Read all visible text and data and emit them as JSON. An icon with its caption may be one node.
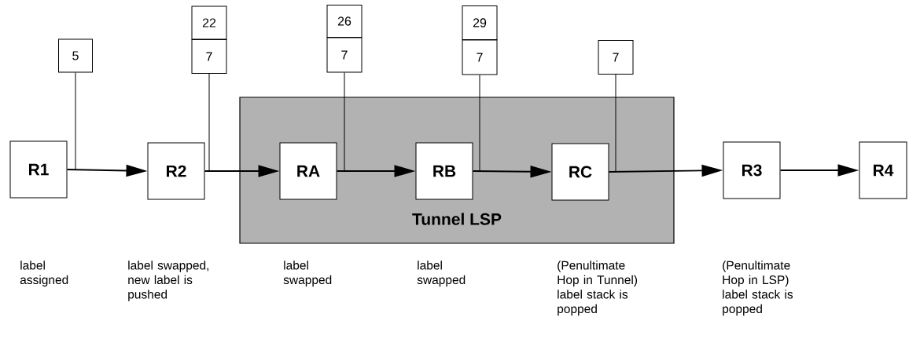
{
  "diagram": {
    "nodes": [
      {
        "text": [
          "Tunnel LSP"
        ]
      },
      {
        "text": [
          "R1"
        ]
      },
      {
        "text": [
          "R2"
        ]
      },
      {
        "text": [
          "RA"
        ],
        "in": 0
      },
      {
        "text": [
          "RB"
        ],
        "in": 0
      },
      {
        "text": [
          "RC"
        ],
        "in": 0
      },
      {
        "text": [
          "R3"
        ]
      },
      {
        "text": [
          "R4"
        ]
      },
      {
        "text": [
          "5"
        ]
      },
      {
        "text": [
          "22"
        ]
      },
      {
        "text": [
          "7"
        ]
      },
      {
        "text": [
          "26"
        ]
      },
      {
        "text": [
          "7"
        ]
      },
      {
        "text": [
          "29"
        ]
      },
      {
        "text": [
          "7"
        ]
      },
      {
        "text": [
          "7"
        ]
      }
    ],
    "edges": [
      {
        "from": 1,
        "to": 2,
        "arrow": "to"
      },
      {
        "from": 2,
        "to": 3,
        "arrow": "to"
      },
      {
        "from": 3,
        "to": 4,
        "arrow": "to"
      },
      {
        "from": 4,
        "to": 5,
        "arrow": "to"
      },
      {
        "from": 5,
        "to": 6,
        "arrow": "to"
      },
      {
        "from": 6,
        "to": 7,
        "arrow": "to"
      },
      {
        "from": 8,
        "to": 1,
        "arrow": "none"
      },
      {
        "from": 10,
        "to": 2,
        "arrow": "none"
      },
      {
        "from": 12,
        "to": 3,
        "arrow": "none"
      },
      {
        "from": 14,
        "to": 4,
        "arrow": "none"
      },
      {
        "from": 15,
        "to": 5,
        "arrow": "none"
      }
    ],
    "labels": [
      "label assigned",
      "label swapped, new label is pushed",
      "label swapped",
      "label swapped",
      "(Penultimate Hop in Tunnel) label stack is popped",
      "(Penultimate Hop in LSP) label stack is popped"
    ]
  }
}
